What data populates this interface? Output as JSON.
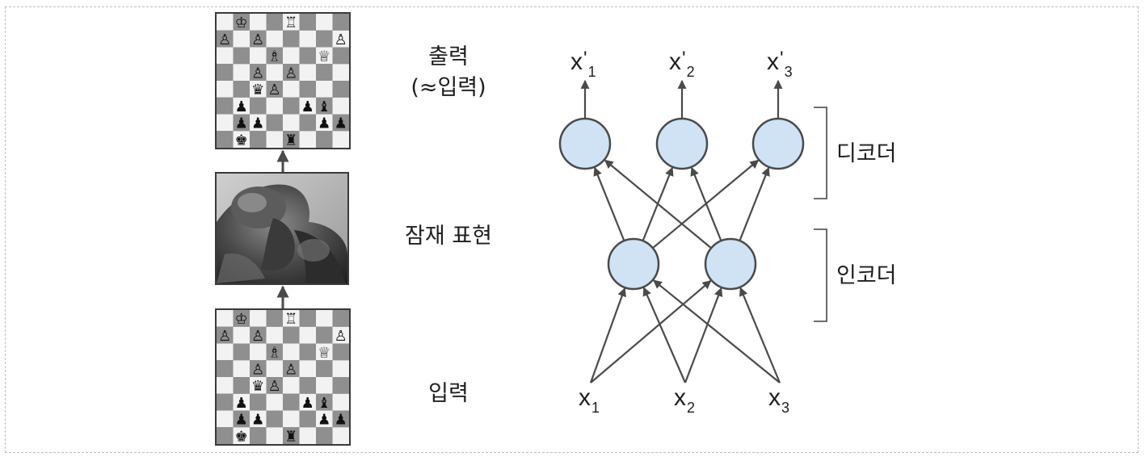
{
  "left_labels": {
    "output": "출력",
    "output_note": "(≈입력)",
    "latent": "잠재 표현",
    "input": "입력"
  },
  "side_labels": {
    "decoder": "디코더",
    "encoder": "인코더"
  },
  "network": {
    "inputs": [
      {
        "name": "x",
        "sub": "1"
      },
      {
        "name": "x",
        "sub": "2"
      },
      {
        "name": "x",
        "sub": "3"
      }
    ],
    "outputs": [
      {
        "name": "x",
        "prime": "'",
        "sub": "1"
      },
      {
        "name": "x",
        "prime": "'",
        "sub": "2"
      },
      {
        "name": "x",
        "prime": "'",
        "sub": "3"
      }
    ],
    "encoder_nodes": 2,
    "decoder_nodes": 3
  },
  "colors": {
    "node_fill": "#cfe3f5",
    "line": "#4a4a4a",
    "board_light": "#f2f2f2",
    "board_dark": "#8f8f8f"
  },
  "chess": {
    "pieces": [
      {
        "r": 0,
        "c": 1,
        "g": "♔"
      },
      {
        "r": 0,
        "c": 4,
        "g": "♖"
      },
      {
        "r": 1,
        "c": 0,
        "g": "♙"
      },
      {
        "r": 1,
        "c": 2,
        "g": "♙"
      },
      {
        "r": 1,
        "c": 7,
        "g": "♙"
      },
      {
        "r": 2,
        "c": 3,
        "g": "♗"
      },
      {
        "r": 2,
        "c": 6,
        "g": "♕"
      },
      {
        "r": 3,
        "c": 2,
        "g": "♙"
      },
      {
        "r": 3,
        "c": 4,
        "g": "♙"
      },
      {
        "r": 4,
        "c": 2,
        "g": "♛"
      },
      {
        "r": 4,
        "c": 3,
        "g": "♙"
      },
      {
        "r": 5,
        "c": 1,
        "g": "♟"
      },
      {
        "r": 5,
        "c": 5,
        "g": "♟"
      },
      {
        "r": 5,
        "c": 6,
        "g": "♝"
      },
      {
        "r": 6,
        "c": 1,
        "g": "♟"
      },
      {
        "r": 6,
        "c": 2,
        "g": "♟"
      },
      {
        "r": 6,
        "c": 6,
        "g": "♟"
      },
      {
        "r": 6,
        "c": 7,
        "g": "♟"
      },
      {
        "r": 7,
        "c": 1,
        "g": "♚"
      },
      {
        "r": 7,
        "c": 4,
        "g": "♜"
      }
    ]
  }
}
